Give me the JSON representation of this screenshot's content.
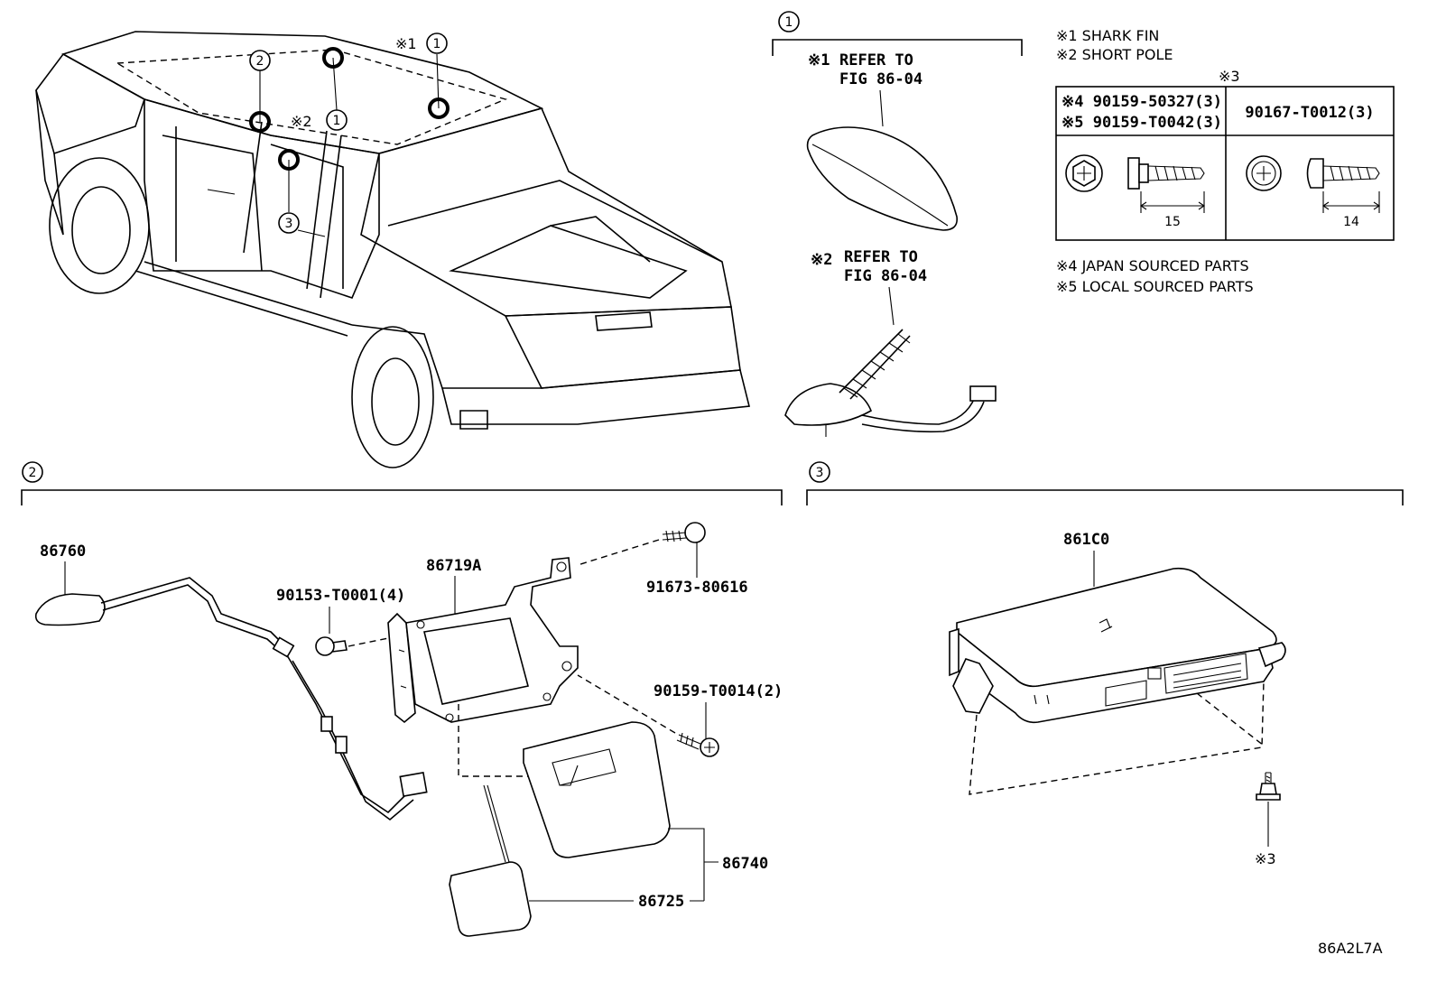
{
  "callouts": {
    "c1": "1",
    "c2": "2",
    "c3": "3"
  },
  "vehicle": {
    "mark_sf": "※1",
    "mark_sp": "※2",
    "circle_1a": "1",
    "circle_1b": "1",
    "circle_2": "2",
    "circle_3": "3"
  },
  "section1": {
    "ref1_mark": "※1",
    "ref1_line1": "REFER TO",
    "ref1_line2": "FIG 86-04",
    "ref2_mark": "※2",
    "ref2_line1": "REFER TO",
    "ref2_line2": "FIG 86-04"
  },
  "legend": {
    "l1": "※1 SHARK FIN",
    "l2": "※2 SHORT POLE",
    "table_mark": "※3",
    "cell_a1": "※4 90159-50327(3)",
    "cell_a2": "※5 90159-T0042(3)",
    "cell_b": "90167-T0012(3)",
    "dim_a": "15",
    "dim_b": "14",
    "l4": "※4 JAPAN SOURCED PARTS",
    "l5": "※5 LOCAL SOURCED PARTS"
  },
  "section2": {
    "p86760": "86760",
    "p86719A": "86719A",
    "p91673": "91673-80616",
    "p90153": "90153-T0001(4)",
    "p90159": "90159-T0014(2)",
    "p86740": "86740",
    "p86725": "86725"
  },
  "section3": {
    "p861C0": "861C0",
    "mark3": "※3"
  },
  "footer": {
    "code": "86A2L7A"
  }
}
